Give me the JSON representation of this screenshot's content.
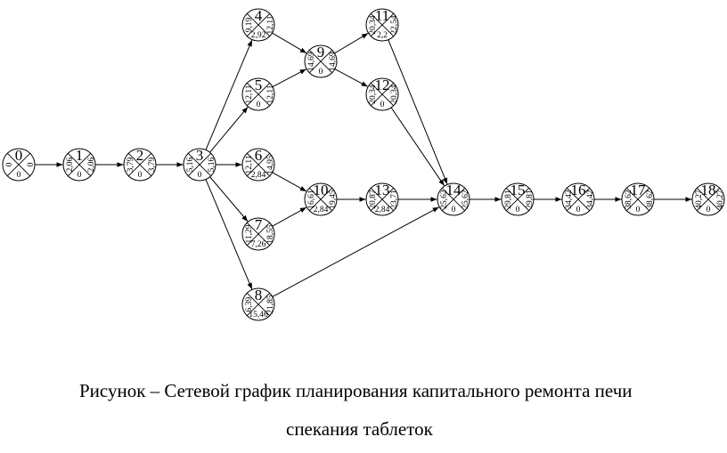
{
  "nodes": [
    {
      "id": "0",
      "early": "0",
      "late": "0",
      "reserve": "0"
    },
    {
      "id": "1",
      "early": "2,06",
      "late": "2,06",
      "reserve": "0"
    },
    {
      "id": "2",
      "early": "3,79",
      "late": "3,79",
      "reserve": "0"
    },
    {
      "id": "3",
      "early": "5,16",
      "late": "5,16",
      "reserve": "0"
    },
    {
      "id": "4",
      "early": "9,19",
      "late": "12,11",
      "reserve": "2,92"
    },
    {
      "id": "5",
      "early": "12,11",
      "late": "12,11",
      "reserve": "0"
    },
    {
      "id": "6",
      "early": "12,11",
      "late": "14,95",
      "reserve": "2,84"
    },
    {
      "id": "7",
      "early": "11,29",
      "late": "18,55",
      "reserve": "7,26"
    },
    {
      "id": "8",
      "early": "6,39",
      "late": "21,85",
      "reserve": "15,46"
    },
    {
      "id": "9",
      "early": "14,69",
      "late": "14,69",
      "reserve": "0"
    },
    {
      "id": "10",
      "early": "16,61",
      "late": "19,45",
      "reserve": "2,84"
    },
    {
      "id": "11",
      "early": "20,34",
      "late": "22,54",
      "reserve": "2,2"
    },
    {
      "id": "12",
      "early": "20,34",
      "late": "20,34",
      "reserve": "0"
    },
    {
      "id": "13",
      "early": "20,87",
      "late": "23,71",
      "reserve": "2,84"
    },
    {
      "id": "14",
      "early": "25,62",
      "late": "25,62",
      "reserve": "0"
    },
    {
      "id": "15",
      "early": "29,81",
      "late": "29,81",
      "reserve": "0"
    },
    {
      "id": "16",
      "early": "34,42",
      "late": "34,42",
      "reserve": "0"
    },
    {
      "id": "17",
      "early": "38,62",
      "late": "38,62",
      "reserve": "0"
    },
    {
      "id": "18",
      "early": "40,27",
      "late": "40,27",
      "reserve": "0"
    }
  ],
  "edges": [
    [
      "0",
      "1"
    ],
    [
      "1",
      "2"
    ],
    [
      "2",
      "3"
    ],
    [
      "3",
      "4"
    ],
    [
      "3",
      "5"
    ],
    [
      "3",
      "6"
    ],
    [
      "3",
      "7"
    ],
    [
      "3",
      "8"
    ],
    [
      "4",
      "9"
    ],
    [
      "5",
      "9"
    ],
    [
      "6",
      "10"
    ],
    [
      "7",
      "10"
    ],
    [
      "9",
      "11"
    ],
    [
      "9",
      "12"
    ],
    [
      "10",
      "13"
    ],
    [
      "11",
      "14"
    ],
    [
      "12",
      "14"
    ],
    [
      "13",
      "14"
    ],
    [
      "8",
      "14"
    ],
    [
      "14",
      "15"
    ],
    [
      "15",
      "16"
    ],
    [
      "16",
      "17"
    ],
    [
      "17",
      "18"
    ]
  ],
  "caption": {
    "line1": "Рисунок – Сетевой график планирования капитального ремонта печи",
    "line2": "спекания таблеток"
  }
}
